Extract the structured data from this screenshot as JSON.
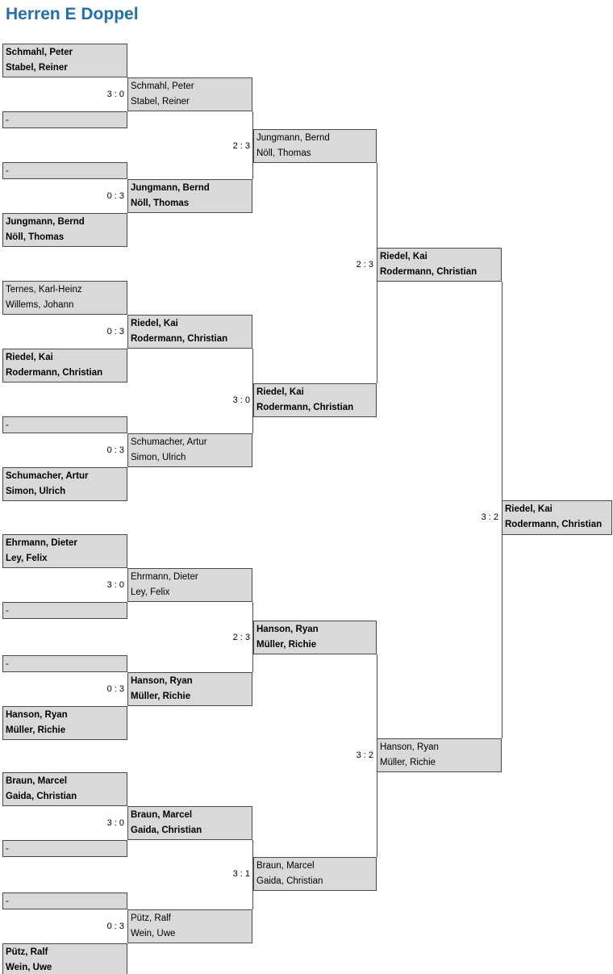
{
  "title": "Herren E Doppel",
  "colors": {
    "title_blue": "#1F6FB5",
    "box_fill": "#D9D9D9",
    "box_border": "#4A4A4A",
    "text": "#000000"
  },
  "rounds": {
    "r1": [
      {
        "p1": "Schmahl, Peter",
        "p2": "Stabel, Reiner",
        "bold": true
      },
      {
        "p1": "-",
        "bold": false
      },
      {
        "p1": "-",
        "bold": false
      },
      {
        "p1": "Jungmann, Bernd",
        "p2": "Nöll, Thomas",
        "bold": true
      },
      {
        "p1": "Ternes, Karl-Heinz",
        "p2": "Willems, Johann",
        "bold": false
      },
      {
        "p1": "Riedel, Kai",
        "p2": "Rodermann, Christian",
        "bold": true
      },
      {
        "p1": "-",
        "bold": false
      },
      {
        "p1": "Schumacher, Artur",
        "p2": "Simon, Ulrich",
        "bold": true
      },
      {
        "p1": "Ehrmann, Dieter",
        "p2": "Ley, Felix",
        "bold": true
      },
      {
        "p1": "-",
        "bold": false
      },
      {
        "p1": "-",
        "bold": false
      },
      {
        "p1": "Hanson, Ryan",
        "p2": "Müller, Richie",
        "bold": true
      },
      {
        "p1": "Braun, Marcel",
        "p2": "Gaida, Christian",
        "bold": true
      },
      {
        "p1": "-",
        "bold": false
      },
      {
        "p1": "-",
        "bold": false
      },
      {
        "p1": "Pütz, Ralf",
        "p2": "Wein, Uwe",
        "bold": true
      }
    ],
    "r2": [
      {
        "p1": "Schmahl, Peter",
        "p2": "Stabel, Reiner",
        "score": "3 : 0",
        "bold": false
      },
      {
        "p1": "Jungmann, Bernd",
        "p2": "Nöll, Thomas",
        "score": "0 : 3",
        "bold": true
      },
      {
        "p1": "Riedel, Kai",
        "p2": "Rodermann, Christian",
        "score": "0 : 3",
        "bold": true
      },
      {
        "p1": "Schumacher, Artur",
        "p2": "Simon, Ulrich",
        "score": "0 : 3",
        "bold": false
      },
      {
        "p1": "Ehrmann, Dieter",
        "p2": "Ley, Felix",
        "score": "3 : 0",
        "bold": false
      },
      {
        "p1": "Hanson, Ryan",
        "p2": "Müller, Richie",
        "score": "0 : 3",
        "bold": true
      },
      {
        "p1": "Braun, Marcel",
        "p2": "Gaida, Christian",
        "score": "3 : 0",
        "bold": true
      },
      {
        "p1": "Pütz, Ralf",
        "p2": "Wein, Uwe",
        "score": "0 : 3",
        "bold": false
      }
    ],
    "r3": [
      {
        "p1": "Jungmann, Bernd",
        "p2": "Nöll, Thomas",
        "score": "2 : 3",
        "bold": false
      },
      {
        "p1": "Riedel, Kai",
        "p2": "Rodermann, Christian",
        "score": "3 : 0",
        "bold": true
      },
      {
        "p1": "Hanson, Ryan",
        "p2": "Müller, Richie",
        "score": "2 : 3",
        "bold": true
      },
      {
        "p1": "Braun, Marcel",
        "p2": "Gaida, Christian",
        "score": "3 : 1",
        "bold": false
      }
    ],
    "r4": [
      {
        "p1": "Riedel, Kai",
        "p2": "Rodermann, Christian",
        "score": "2 : 3",
        "bold": true
      },
      {
        "p1": "Hanson, Ryan",
        "p2": "Müller, Richie",
        "score": "3 : 2",
        "bold": false
      }
    ],
    "final": [
      {
        "p1": "Riedel, Kai",
        "p2": "Rodermann, Christian",
        "score": "3 : 2",
        "bold": true
      }
    ]
  }
}
